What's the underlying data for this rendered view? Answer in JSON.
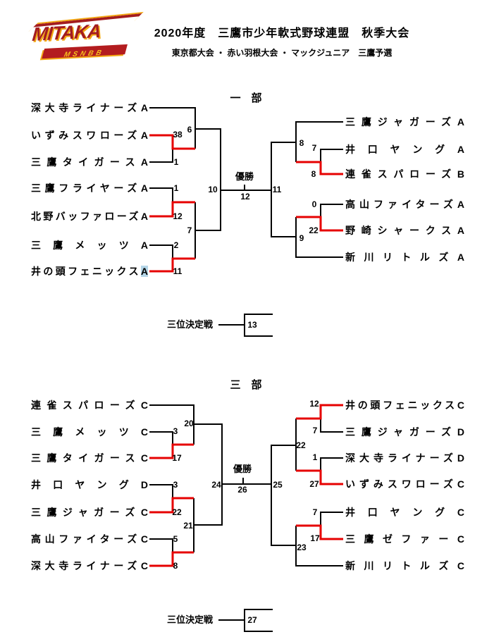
{
  "header": {
    "logo_text": "MITAKA",
    "logo_subtext": "MSNBB",
    "title": "2020年度　三鷹市少年軟式野球連盟　秋季大会",
    "subtitle": "東京都大会 ・ 赤い羽根大会 ・ マックジュニア　三鷹予選"
  },
  "colors": {
    "bracket_line": "#000000",
    "winner_line": "#e60000",
    "selection_highlight": "#b5d6e8",
    "logo_red": "#a31c1f",
    "logo_gold": "#f2a713"
  },
  "division1": {
    "title": "一　部",
    "champion_label": "優勝",
    "teams_left": [
      {
        "name": "深大寺ライナーズA"
      },
      {
        "name": "いずみスワローズA",
        "score": "38"
      },
      {
        "name": "三鷹タイガースA",
        "score": "1"
      },
      {
        "name": "三鷹フライヤーズA",
        "score": "1"
      },
      {
        "name": "北野バッファローズA",
        "score": "12"
      },
      {
        "name": "三鷹メッツA",
        "score": "2"
      },
      {
        "name": "井の頭フェニックス",
        "suffix": "A",
        "score": "11"
      }
    ],
    "teams_right": [
      {
        "name": "三鷹ジャガーズA"
      },
      {
        "name": "井口ヤングA",
        "score": "7"
      },
      {
        "name": "連雀スパローズB",
        "score": "8"
      },
      {
        "name": "高山ファイターズA",
        "score": "0"
      },
      {
        "name": "野崎シャークスA",
        "score": "22"
      },
      {
        "name": "新川リトルズA"
      }
    ],
    "games": {
      "g6": "6",
      "g7": "7",
      "g8": "8",
      "g9": "9",
      "g10": "10",
      "g11": "11",
      "final": "12"
    },
    "third_place": {
      "label": "三位決定戦",
      "game_no": "13"
    }
  },
  "division3": {
    "title": "三　部",
    "champion_label": "優勝",
    "teams_left": [
      {
        "name": "連雀スパローズC"
      },
      {
        "name": "三鷹メッツC",
        "score": "3"
      },
      {
        "name": "三鷹タイガースC",
        "score": "17"
      },
      {
        "name": "井口ヤングD",
        "score": "3"
      },
      {
        "name": "三鷹ジャガーズC",
        "score": "22"
      },
      {
        "name": "高山ファイターズC",
        "score": "5"
      },
      {
        "name": "深大寺ライナーズC",
        "score": "8"
      }
    ],
    "teams_right": [
      {
        "name": "井の頭フェニックスC",
        "score": "12"
      },
      {
        "name": "三鷹ジャガーズD",
        "score": "7"
      },
      {
        "name": "深大寺ライナーズD",
        "score": "1"
      },
      {
        "name": "いずみスワローズC",
        "score": "27"
      },
      {
        "name": "井口ヤングC",
        "score": "7"
      },
      {
        "name": "三鷹ゼファーC",
        "score": "17"
      },
      {
        "name": "新川リトルズC"
      }
    ],
    "games": {
      "g20": "20",
      "g21": "21",
      "g22": "22",
      "g23": "23",
      "g24": "24",
      "g25": "25",
      "final": "26"
    },
    "third_place": {
      "label": "三位決定戦",
      "game_no": "27"
    }
  }
}
